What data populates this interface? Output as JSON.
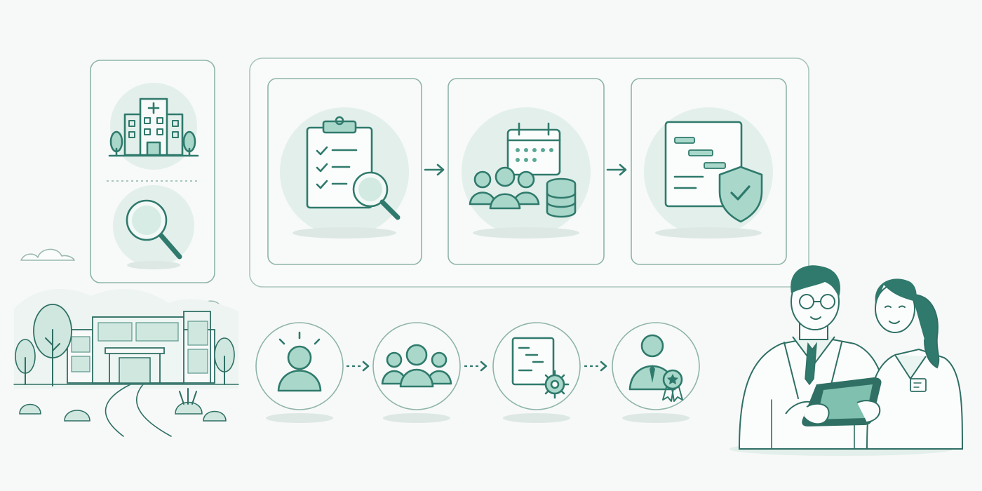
{
  "colors": {
    "background": "#f7f9f8",
    "accent": "#2f7a6c",
    "accent_fill": "#a9d8cb",
    "panel_stroke": "#8fb4aa"
  },
  "diagram": {
    "left_panel": {
      "icons": [
        "hospital-icon",
        "magnifier-icon"
      ]
    },
    "process_top": {
      "steps": [
        {
          "icon": "clipboard-search-icon"
        },
        {
          "icon": "calendar-team-database-icon"
        },
        {
          "icon": "gantt-shield-icon"
        }
      ],
      "connector": "solid-arrow"
    },
    "process_bottom": {
      "steps": [
        {
          "icon": "person-idea-icon"
        },
        {
          "icon": "team-icon"
        },
        {
          "icon": "gantt-gear-icon"
        },
        {
          "icon": "professional-award-icon"
        }
      ],
      "connector": "dashed-arrow"
    },
    "scenes": [
      "hospital-campus-scene",
      "doctors-with-tablet-scene"
    ]
  }
}
